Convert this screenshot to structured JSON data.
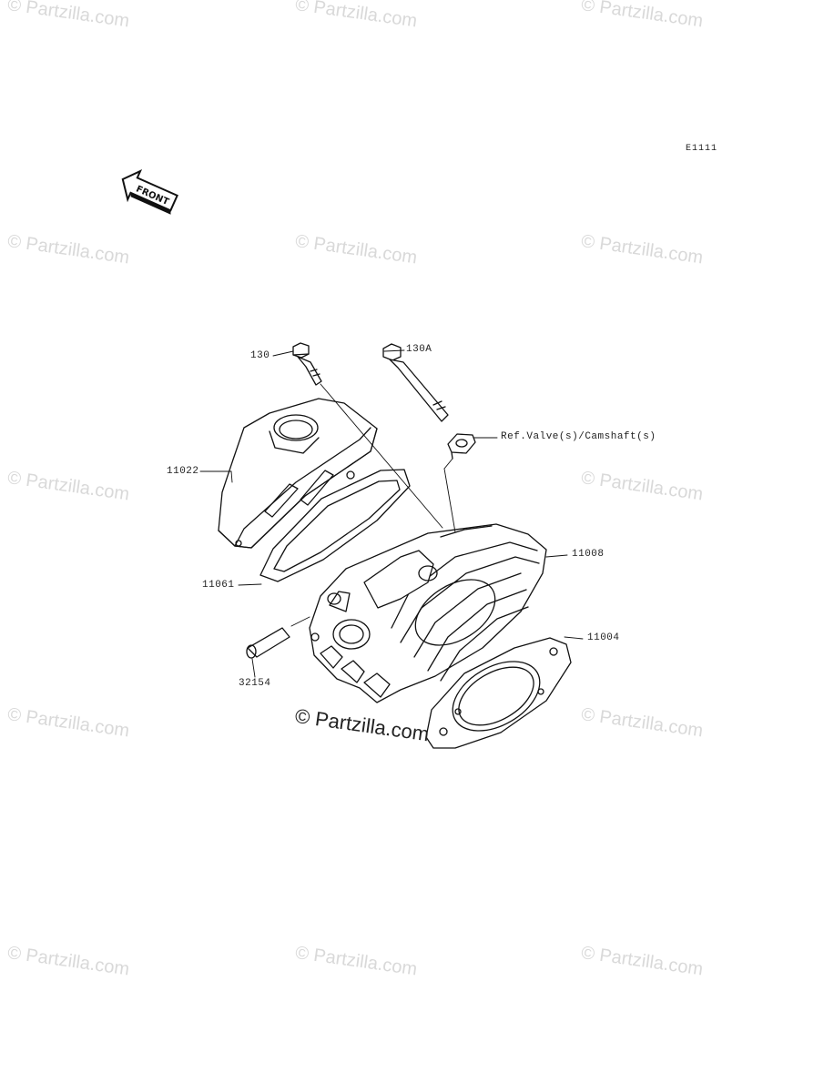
{
  "diagram_code": "E1111",
  "front_label": "FRONT",
  "watermark": "© Partzilla.com",
  "main_watermark": "© Partzilla.com",
  "callouts": {
    "p130": "130",
    "p130a": "130A",
    "ref": "Ref.Valve(s)/Camshaft(s)",
    "p11022": "11022",
    "p11061": "11061",
    "p11008": "11008",
    "p11004": "11004",
    "p32154": "32154"
  }
}
